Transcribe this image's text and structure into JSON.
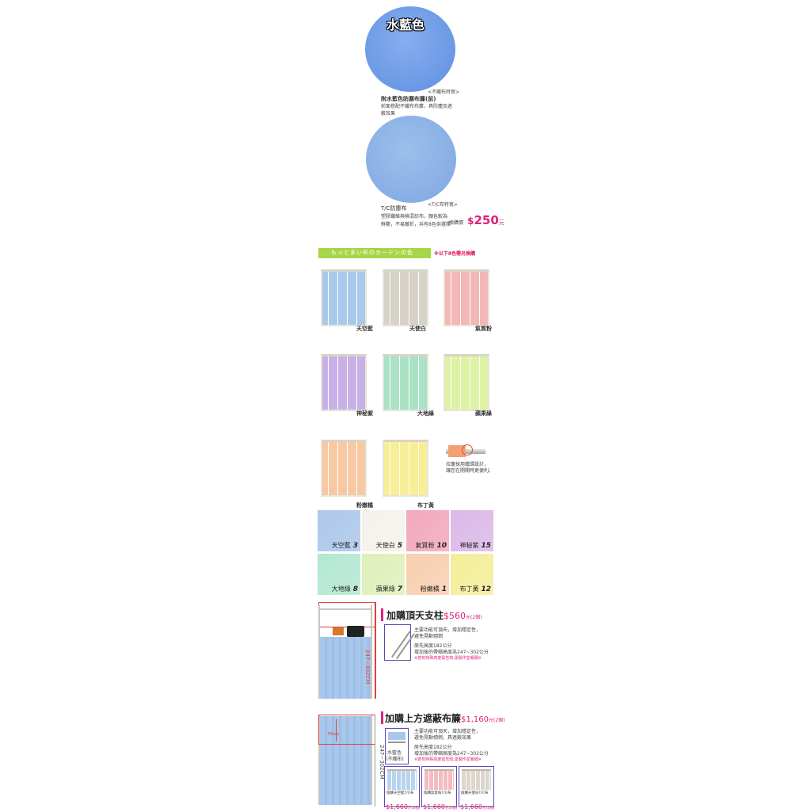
{
  "top_swatch": {
    "badge": "水藍色",
    "caption": "<不織布特寫>",
    "title": "附水藍色防塵布簾(前)",
    "desc1": "前面搭配不織布布簾，具防塵及遮",
    "desc2": "蔽效果"
  },
  "tc_swatch": {
    "caption": "<T/C布特寫>",
    "title": "T/C防塵布",
    "desc1": "塑膠纖維與棉混紡布，顏色較為",
    "desc2": "鮮艷，不易皺折，共有8色供選擇",
    "price_prefix": "換購價",
    "price_symbol": "$",
    "price_value": "250",
    "price_unit": "元"
  },
  "color_banner": {
    "text": "もっと多い布のカーテンの色",
    "note": "※以下8色需另換購"
  },
  "curtains": [
    {
      "name": "天空藍",
      "color": "#a9c9ea"
    },
    {
      "name": "天使白",
      "color": "#d7d2c8"
    },
    {
      "name": "氣質粉",
      "color": "#f3b7b6"
    },
    {
      "name": "神秘紫",
      "color": "#c8b0e6"
    },
    {
      "name": "大地綠",
      "color": "#a9e2c5"
    },
    {
      "name": "蘋果綠",
      "color": "#ddf2a4"
    },
    {
      "name": "粉嫩橘",
      "color": "#f7c9a3"
    },
    {
      "name": "布丁黃",
      "color": "#f8ee96"
    }
  ],
  "hook_note": {
    "line1": "拉簾採用鐵環設計，",
    "line2": "讓您在開關時更便利。"
  },
  "fabric_squares": [
    {
      "name": "天空藍",
      "num": "3",
      "color": "#adc8ea"
    },
    {
      "name": "天使白",
      "num": "5",
      "color": "#f4f2ea"
    },
    {
      "name": "氣質粉",
      "num": "10",
      "color": "#f2a9bd"
    },
    {
      "name": "神秘紫",
      "num": "15",
      "color": "#dcb9e8"
    },
    {
      "name": "大地綠",
      "num": "8",
      "color": "#b3e8d2"
    },
    {
      "name": "蘋果綠",
      "num": "7",
      "color": "#dff0b9"
    },
    {
      "name": "粉嫩橘",
      "num": "1",
      "color": "#f8cfb0"
    },
    {
      "name": "布丁黃",
      "num": "12",
      "color": "#f4ee9a"
    }
  ],
  "addon1": {
    "title": "加購頂天支柱",
    "price": "$560",
    "price_unit": "元(2個)",
    "height_label": "247~302CM",
    "desc1": "主要功能可頂天，增加穩定性，",
    "desc2": "避免晃動傾倒",
    "desc3": "原先高度182公分",
    "desc4": "增加後的帶縮高度為247~302公分",
    "desc5": "※若有特殊高度需告知,需製作並報價※"
  },
  "addon2": {
    "title": "加購上方遮蔽布簾",
    "price": "$1,160",
    "price_unit": "元(2個)",
    "height_label": "247~302CM",
    "mark_label": "56cm",
    "desc1": "主要功能可頂天，增加穩定性，",
    "desc2": "避免晃動傾倒，具遮蔽效果",
    "desc3": "原先高度182公分",
    "desc4": "增加後的帶縮高度為247~302公分",
    "desc5": "※若有特殊高度需告知,需製作並報價※",
    "variant_main": "水藍色",
    "variant_main_sub": "(不織布)",
    "options": [
      {
        "label": "換購天空藍T/C布",
        "price": "$1,660",
        "unit": "元(2個)",
        "color": "#b7d3ee"
      },
      {
        "label": "換購氣質粉T/C布",
        "price": "$1,660",
        "unit": "元(2個)",
        "color": "#f3bcc0"
      },
      {
        "label": "換購天使白T/C布",
        "price": "$1,660",
        "unit": "元(2個)",
        "color": "#dcd6cc"
      }
    ]
  }
}
